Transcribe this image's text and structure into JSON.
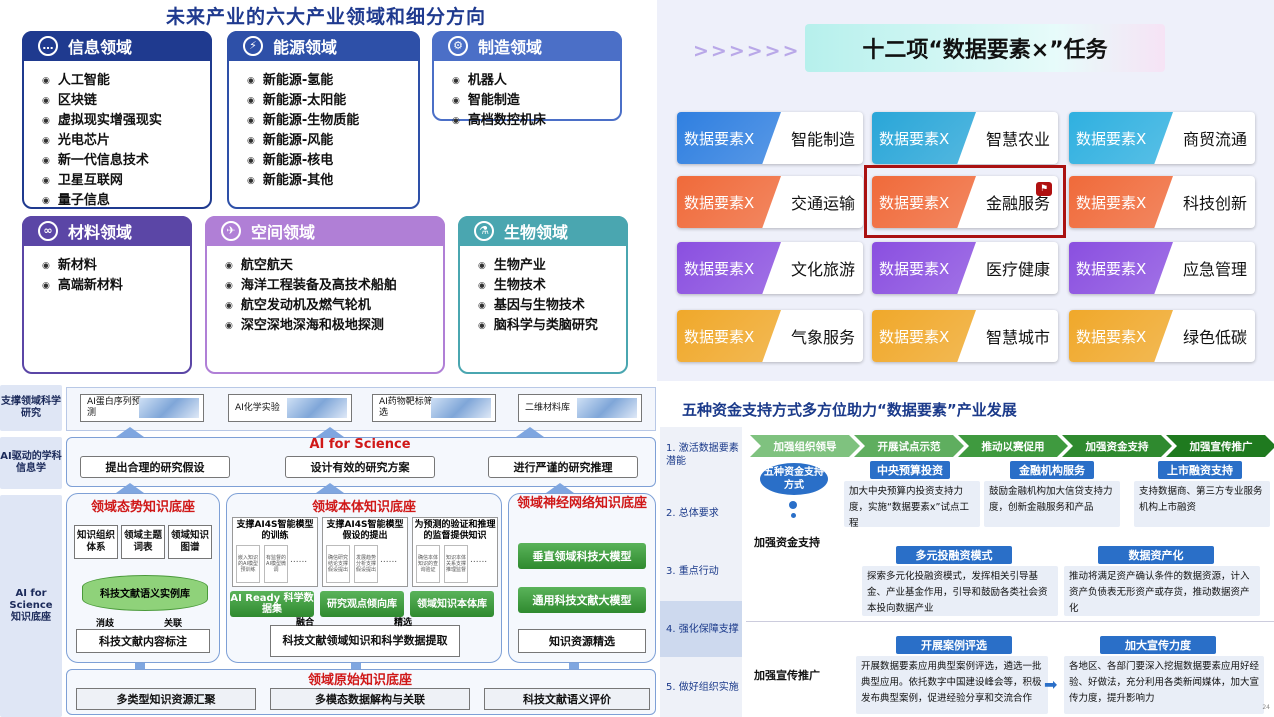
{
  "q1": {
    "title": "未来产业的六大产业领域和细分方向",
    "panels": [
      {
        "name": "信息领域",
        "color": "#1f3a8f",
        "icon": "chat-icon",
        "items": [
          "人工智能",
          "区块链",
          "虚拟现实增强现实",
          "光电芯片",
          "新一代信息技术",
          "卫星互联网",
          "量子信息"
        ]
      },
      {
        "name": "能源领域",
        "color": "#2e50a8",
        "icon": "power-icon",
        "items": [
          "新能源-氢能",
          "新能源-太阳能",
          "新能源-生物质能",
          "新能源-风能",
          "新能源-核电",
          "新能源-其他"
        ]
      },
      {
        "name": "制造领域",
        "color": "#4b6fc7",
        "icon": "robot-arm-icon",
        "items": [
          "机器人",
          "智能制造",
          "高档数控机床"
        ]
      },
      {
        "name": "材料领域",
        "color": "#5b46a6",
        "icon": "link-icon",
        "items": [
          "新材料",
          "高端新材料"
        ]
      },
      {
        "name": "空间领域",
        "color": "#b07fd6",
        "icon": "satellite-icon",
        "items": [
          "航空航天",
          "海洋工程装备及高技术船舶",
          "航空发动机及燃气轮机",
          "深空深地深海和极地探测"
        ]
      },
      {
        "name": "生物领域",
        "color": "#4aa6b0",
        "icon": "flask-icon",
        "items": [
          "生物产业",
          "生物技术",
          "基因与生物技术",
          "脑科学与类脑研究"
        ]
      }
    ]
  },
  "q2": {
    "arrows": ">>>>>>",
    "title": "十二项“数据要素×”任务",
    "prefix": "数据要素X",
    "tiles": [
      {
        "label": "智能制造",
        "color": "#2f7fe0"
      },
      {
        "label": "智慧农业",
        "color": "#29a6d8"
      },
      {
        "label": "商贸流通",
        "color": "#2fb0e0"
      },
      {
        "label": "交通运输",
        "color": "#f06a3a"
      },
      {
        "label": "金融服务",
        "color": "#f06a3a"
      },
      {
        "label": "科技创新",
        "color": "#f06a3a"
      },
      {
        "label": "文化旅游",
        "color": "#8a4fe0"
      },
      {
        "label": "医疗健康",
        "color": "#8a4fe0"
      },
      {
        "label": "应急管理",
        "color": "#8a4fe0"
      },
      {
        "label": "气象服务",
        "color": "#f0a82a"
      },
      {
        "label": "智慧城市",
        "color": "#f0a82a"
      },
      {
        "label": "绿色低碳",
        "color": "#f0a82a"
      }
    ]
  },
  "q3": {
    "left": [
      "支撑领域科学研究",
      "AI驱动的学科信息学",
      "AI for Science 知识底座"
    ],
    "apps": [
      {
        "label": "AI蛋白序列预测"
      },
      {
        "label": "AI化学实验"
      },
      {
        "label": "AI药物靶标筛选"
      },
      {
        "label": "二维材料库"
      }
    ],
    "aiscience": "AI for Science",
    "research": [
      "提出合理的研究假设",
      "设计有效的研究方案",
      "进行严谨的研究推理"
    ],
    "t_trend": "领域态势知识底座",
    "t_ontology": "领域本体知识底座",
    "t_neural": "领域神经网络知识底座",
    "trend_boxes": [
      "知识组织体系",
      "领域主题词表",
      "领域知识图谱"
    ],
    "trend_db": "科技文献语义实例库",
    "trend_labels": [
      "消歧",
      "关联"
    ],
    "trend_bottom": "科技文献内容标注",
    "onto_heads": [
      "支撑AI4S智能模型的训练",
      "支撑AI4S智能模型假设的提出",
      "为预测的验证和推理的监督提供知识"
    ],
    "onto_tiny": [
      "嵌入知识的AI模型预训练",
      "有监督的AI模型微调",
      "确信研究结论支撑假设提出",
      "发展趋势分析支撑假设提出",
      "确信本体知识的查询验证",
      "知识本体关系支撑推理监督"
    ],
    "onto_green": [
      "AI Ready 科学数据集",
      "研究观点倾向库",
      "领域知识本体库"
    ],
    "onto_labels": [
      "融合",
      "精选"
    ],
    "onto_bottom": "科技文献领域知识和科学数据提取",
    "neural_boxes": [
      "垂直领域科技大模型",
      "通用科技文献大模型"
    ],
    "neural_bottom": "知识资源精选",
    "orig": "领域原始知识底座",
    "orig_boxes": [
      "多类型知识资源汇聚",
      "多模态数据解构与关联",
      "科技文献语义评价"
    ],
    "dots": "......"
  },
  "q4": {
    "title": "五种资金支持方式多方位助力“数据要素”产业发展",
    "nav": [
      "1. 激活数据要素潜能",
      "2. 总体要求",
      "3. 重点行动",
      "4. 强化保障支撑",
      "5. 做好组织实施"
    ],
    "chevrons": [
      "加强组织领导",
      "开展试点示范",
      "推动以赛促用",
      "加强资金支持",
      "加强宣传推广"
    ],
    "bubble": "五种资金支持方式",
    "sec1": "加强资金支持",
    "sec2": "加强宣传推广",
    "boxes": [
      {
        "head": "中央预算投资",
        "text": "加大中央预算内投资支持力度，实施“数据要素x”试点工程"
      },
      {
        "head": "金融机构服务",
        "text": "鼓励金融机构加大信贷支持力度，创新金融服务和产品"
      },
      {
        "head": "上市融资支持",
        "text": "支持数据商、第三方专业服务机构上市融资"
      },
      {
        "head": "多元投融资模式",
        "text": "探索多元化投融资模式，发挥相关引导基金、产业基金作用，引导和鼓励各类社会资本投向数据产业"
      },
      {
        "head": "数据资产化",
        "text": "推动将满足资产确认条件的数据资源，计入资产负债表无形资产或存货，推动数据资产化"
      },
      {
        "head": "开展案例评选",
        "text": "开展数据要素应用典型案例评选，遴选一批典型应用。依托数字中国建设峰会等，积极发布典型案例，促进经验分享和交流合作"
      },
      {
        "head": "加大宣传力度",
        "text": "各地区、各部门要深入挖掘数据要素应用好经验、好做法，充分利用各类新闻媒体，加大宣传力度，提升影响力"
      }
    ],
    "page": "24"
  }
}
